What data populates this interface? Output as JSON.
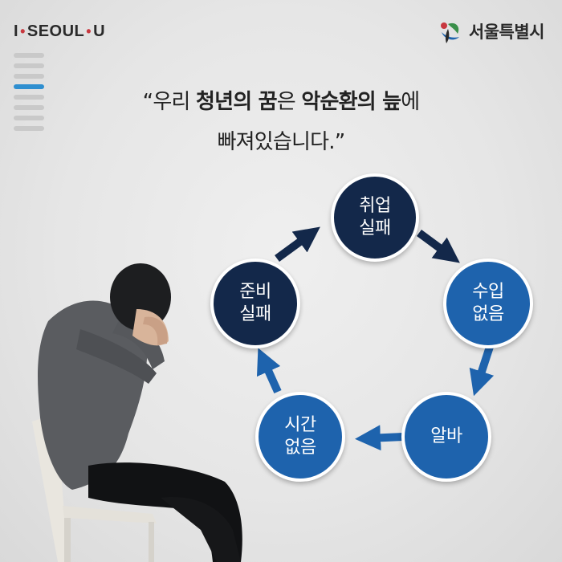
{
  "header": {
    "brand_left": {
      "part1": "I",
      "part2": "SEOUL",
      "part3": "U"
    },
    "brand_right": {
      "name": "서울특별시"
    }
  },
  "page_indicator": {
    "total": 8,
    "current": 3,
    "active_color": "#2f8fd0"
  },
  "quote": {
    "open_mark": "“",
    "line1": [
      {
        "text": "우리 ",
        "bold": false
      },
      {
        "text": "청년의 꿈",
        "bold": true
      },
      {
        "text": "은 ",
        "bold": false
      },
      {
        "text": "악순환의 늪",
        "bold": true
      },
      {
        "text": "에",
        "bold": false
      }
    ],
    "line2": "빠져있습니다.",
    "close_mark": "”"
  },
  "cycle": {
    "nodes": [
      {
        "id": "employment-failure",
        "label": "취업\n실패",
        "color": "#13284a"
      },
      {
        "id": "no-income",
        "label": "수입\n없음",
        "color": "#1e63ad"
      },
      {
        "id": "part-time",
        "label": "알바",
        "color": "#1e63ad"
      },
      {
        "id": "no-time",
        "label": "시간\n없음",
        "color": "#1e63ad"
      },
      {
        "id": "prep-failure",
        "label": "준비\n실패",
        "color": "#13284a"
      }
    ],
    "arrow_colors": {
      "dark": "#13284a",
      "blue": "#1e63ad"
    }
  }
}
